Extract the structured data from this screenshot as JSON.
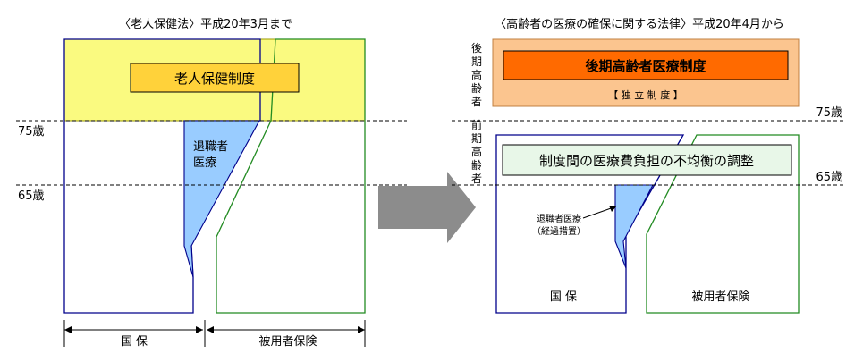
{
  "left": {
    "heading": "〈老人保健法〉平成20年3月まで",
    "elderly_system": "老人保健制度",
    "retiree_line1": "退職者",
    "retiree_line2": "医療",
    "age75": "75歳",
    "age65": "65歳",
    "kokuho": "国 保",
    "hiyosha": "被用者保険"
  },
  "right": {
    "heading": "〈高齢者の医療の確保に関する法律〉平成20年4月から",
    "late_elderly_vertical": [
      "後",
      "期",
      "高",
      "齢",
      "者"
    ],
    "early_elderly_vertical": [
      "前",
      "期",
      "高",
      "齢",
      "者"
    ],
    "late_system": "後期高齢者医療制度",
    "independent": "【 独 立 制 度 】",
    "adjustment": "制度間の医療費負担の不均衡の調整",
    "age75": "75歳",
    "age65": "65歳",
    "retiree_label1": "退職者医療",
    "retiree_label2": "（経過措置）",
    "kokuho": "国 保",
    "hiyosha": "被用者保険"
  },
  "colors": {
    "kokuho_border": "#00008b",
    "hiyosha_border": "#228b22",
    "elderly_fill": "#fafa80",
    "elderly_inner": "#ffd23a",
    "retiree_fill": "#99ccff",
    "late_outer": "#fbc58f",
    "late_inner": "#ff6a00",
    "adjust_fill": "#e8f7e8",
    "arrow": "#8c8c8c"
  }
}
